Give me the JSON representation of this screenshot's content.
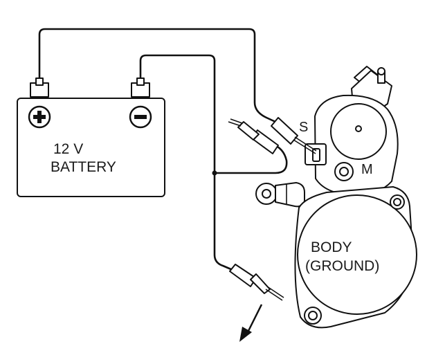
{
  "battery": {
    "line1": "12 V",
    "line2": "BATTERY",
    "positive_symbol": "+",
    "negative_symbol": "−"
  },
  "starter": {
    "terminal_s": "S",
    "terminal_m": "M",
    "body_line1": "BODY",
    "body_line2": "(GROUND)"
  },
  "colors": {
    "line": "#111111",
    "background": "#ffffff"
  }
}
